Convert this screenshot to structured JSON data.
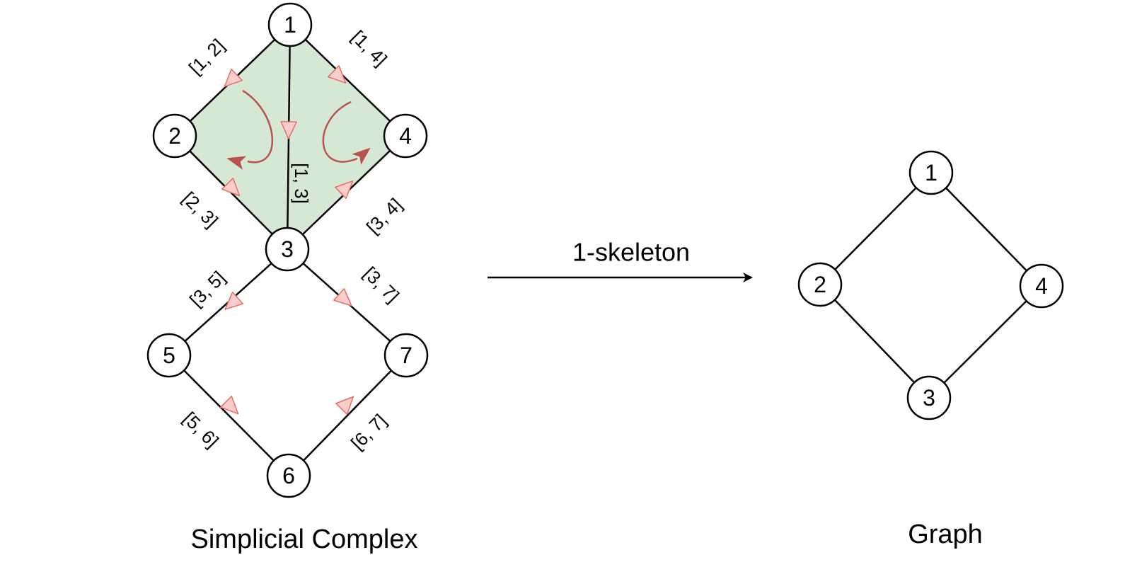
{
  "complex": {
    "caption": "Simplicial Complex",
    "nodes": [
      "1",
      "2",
      "3",
      "4",
      "5",
      "6",
      "7"
    ],
    "edges": [
      {
        "from": "1",
        "to": "2",
        "label": "[1, 2]"
      },
      {
        "from": "1",
        "to": "4",
        "label": "[1, 4]"
      },
      {
        "from": "1",
        "to": "3",
        "label": "[1, 3]"
      },
      {
        "from": "2",
        "to": "3",
        "label": "[2, 3]"
      },
      {
        "from": "3",
        "to": "4",
        "label": "[3, 4]"
      },
      {
        "from": "3",
        "to": "5",
        "label": "[3, 5]"
      },
      {
        "from": "3",
        "to": "7",
        "label": "[3, 7]"
      },
      {
        "from": "5",
        "to": "6",
        "label": "[5, 6]"
      },
      {
        "from": "6",
        "to": "7",
        "label": "[6, 7]"
      }
    ],
    "filled_triangles": [
      [
        "1",
        "2",
        "3"
      ],
      [
        "1",
        "3",
        "4"
      ]
    ]
  },
  "arrow": {
    "label": "1-skeleton"
  },
  "graph": {
    "caption": "Graph",
    "nodes": [
      "1",
      "2",
      "3",
      "4"
    ],
    "edges": [
      {
        "from": "1",
        "to": "2"
      },
      {
        "from": "1",
        "to": "4"
      },
      {
        "from": "2",
        "to": "3"
      },
      {
        "from": "3",
        "to": "4"
      }
    ]
  },
  "colors": {
    "triangle_fill": "#d5e8d4",
    "direction_marker_fill": "#f8cecc",
    "direction_marker_stroke": "#ea6b66",
    "orientation_arrow": "#b85450"
  }
}
